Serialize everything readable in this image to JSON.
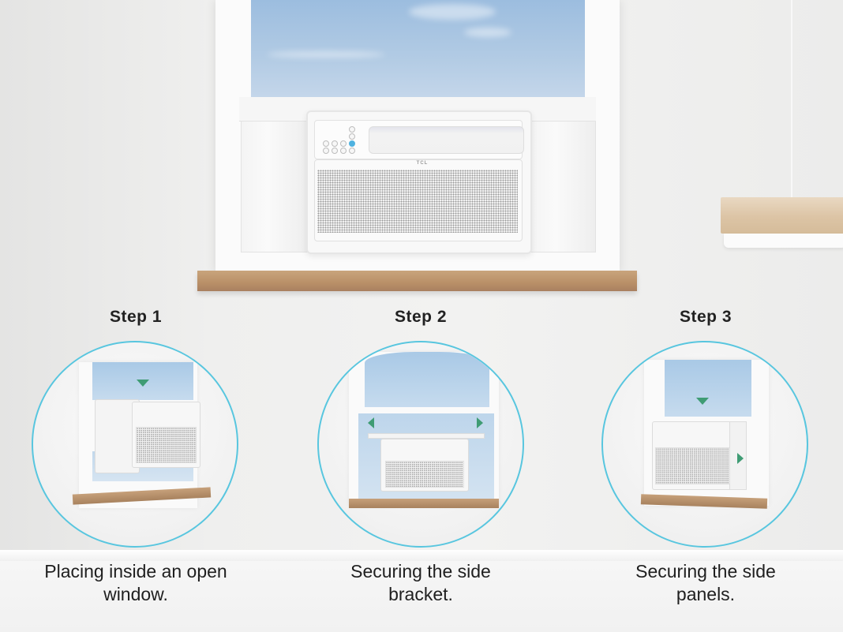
{
  "scene": {
    "description": "Window air conditioner installation guide",
    "main_unit": {
      "brand_label": "TCL"
    },
    "colors": {
      "accent_ring": "#58c6df",
      "arrow": "#3f9c74",
      "sill_wood": "#b99068",
      "sky": "#b2cbe4",
      "active_button": "#4fb2e0"
    }
  },
  "steps": [
    {
      "title": "Step 1",
      "caption_line1": "Placing inside an open",
      "caption_line2": "window.",
      "icon": "arrow-down-icon"
    },
    {
      "title": "Step 2",
      "caption_line1": "Securing the side",
      "caption_line2": "bracket.",
      "icon": "arrows-left-right-icon"
    },
    {
      "title": "Step 3",
      "caption_line1": "Securing the side",
      "caption_line2": "panels.",
      "icon": "arrows-down-right-icon"
    }
  ]
}
